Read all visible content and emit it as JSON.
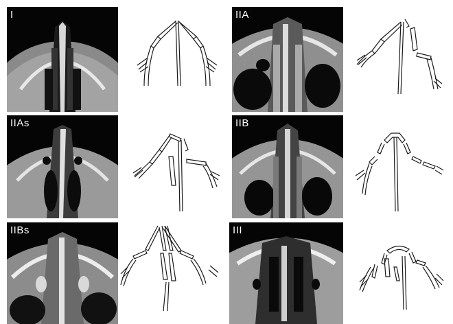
{
  "figure": {
    "panels": [
      {
        "label": "I",
        "ct_icon": "ct-scan-axial-nasal-bone",
        "sketch_icon": "nasal-fracture-sketch-type-i"
      },
      {
        "label": "IIA",
        "ct_icon": "ct-scan-axial-nasal-bone",
        "sketch_icon": "nasal-fracture-sketch-type-iia"
      },
      {
        "label": "IIAs",
        "ct_icon": "ct-scan-axial-nasal-bone",
        "sketch_icon": "nasal-fracture-sketch-type-iias"
      },
      {
        "label": "IIB",
        "ct_icon": "ct-scan-axial-nasal-bone",
        "sketch_icon": "nasal-fracture-sketch-type-iib"
      },
      {
        "label": "IIBs",
        "ct_icon": "ct-scan-axial-nasal-bone",
        "sketch_icon": "nasal-fracture-sketch-type-iibs"
      },
      {
        "label": "III",
        "ct_icon": "ct-scan-axial-nasal-bone",
        "sketch_icon": "nasal-fracture-sketch-type-iii"
      }
    ],
    "colors": {
      "ct_background": "#050505",
      "bone": "#f2f2f2",
      "soft_tissue": "#9a9a9a",
      "line_art": "#1a1a1a"
    }
  }
}
